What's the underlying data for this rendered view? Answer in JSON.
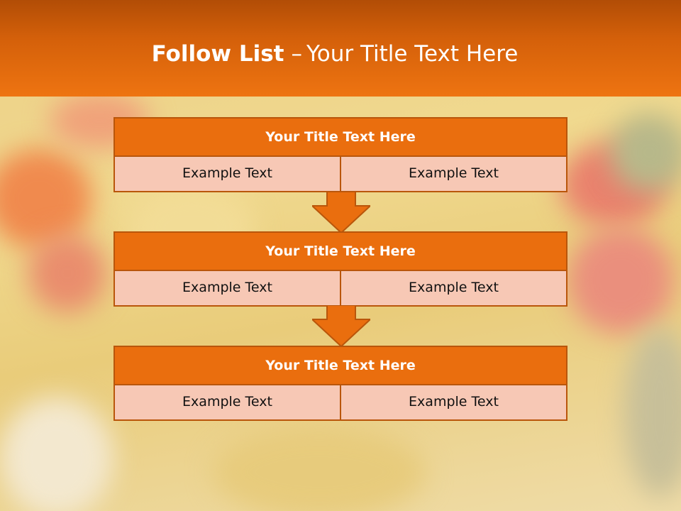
{
  "slide": {
    "title_bold": "Follow List",
    "title_sep": "–",
    "title_rest": "Your Title Text Here"
  },
  "colors": {
    "header_dark": "#b24d06",
    "header_light": "#ee7411",
    "box_header": "#ea6e0e",
    "box_border": "#b9560b",
    "cell_fill": "#f7c8b5",
    "arrow_fill": "#ea6e0e"
  },
  "steps": [
    {
      "title": "Your Title Text Here",
      "left": "Example Text",
      "right": "Example Text"
    },
    {
      "title": "Your Title Text Here",
      "left": "Example Text",
      "right": "Example Text"
    },
    {
      "title": "Your Title Text Here",
      "left": "Example Text",
      "right": "Example Text"
    }
  ],
  "icons": [
    "down-arrow-icon"
  ]
}
